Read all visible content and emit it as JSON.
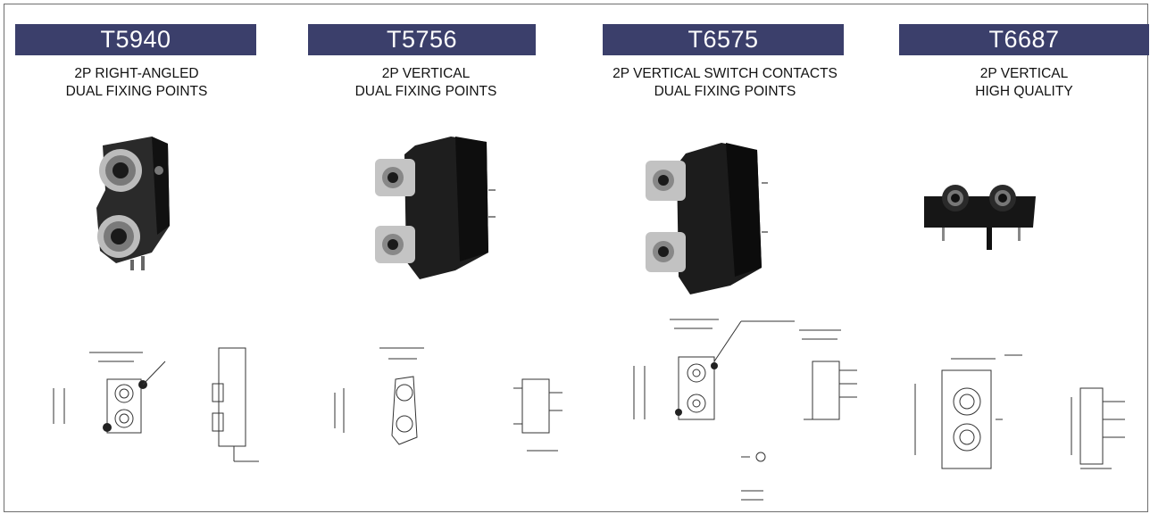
{
  "products": [
    {
      "code": "T5940",
      "lines": [
        "2P RIGHT-ANGLED",
        "DUAL FIXING POINTS"
      ]
    },
    {
      "code": "T5756",
      "lines": [
        "2P VERTICAL",
        "DUAL FIXING POINTS"
      ]
    },
    {
      "code": "T6575",
      "lines": [
        "2P VERTICAL SWITCH CONTACTS",
        "DUAL FIXING POINTS"
      ]
    },
    {
      "code": "T6687",
      "lines": [
        "2P VERTICAL",
        "HIGH QUALITY"
      ]
    }
  ],
  "colors": {
    "badge": "#3b3f6b",
    "badge_text": "#ffffff",
    "border": "#6e6e6e"
  }
}
